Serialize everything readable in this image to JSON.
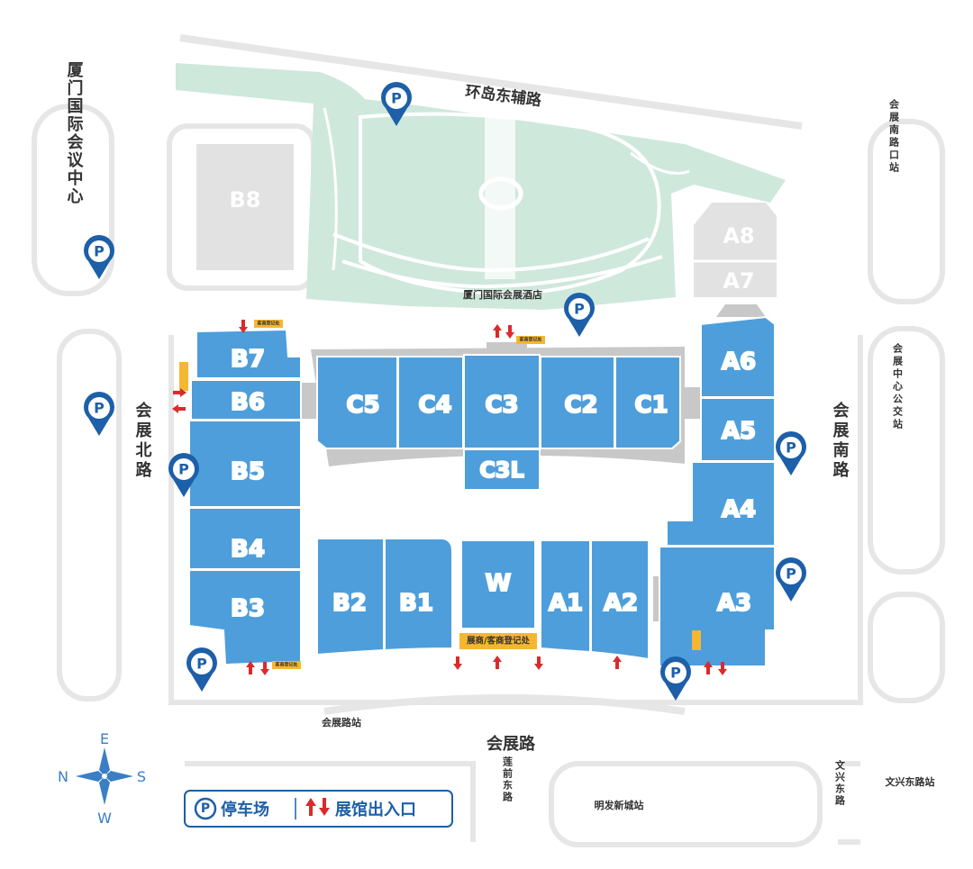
{
  "colors": {
    "hall": "#4d9edb",
    "hall_stroke": "#3a86c4",
    "grey_building": "#e2e2e2",
    "grey_dark": "#c8c8c8",
    "park": "#cfe8dc",
    "park_line": "#ffffff",
    "road_outline": "#e5e5e5",
    "parking": "#1d5fa8",
    "arrow": "#d92b2b",
    "registration": "#f5b731"
  },
  "halls": {
    "b7": "B7",
    "b6": "B6",
    "b5": "B5",
    "b4": "B4",
    "b3": "B3",
    "b2": "B2",
    "b1": "B1",
    "w": "W",
    "a1": "A1",
    "a2": "A2",
    "a3": "A3",
    "a4": "A4",
    "a5": "A5",
    "a6": "A6",
    "c5": "C5",
    "c4": "C4",
    "c3": "C3",
    "c2": "C2",
    "c1": "C1",
    "c3l": "C3L"
  },
  "grey_buildings": {
    "b8": "B8",
    "a8": "A8",
    "a7": "A7"
  },
  "roads": {
    "huandao_dongfu": "环岛东辅路",
    "huizhan_bei": "会展北路",
    "huizhan_nan": "会展南路",
    "huizhan": "会展路",
    "lianqian_dong": "莲前东路",
    "wenxing_dong": "文兴东路"
  },
  "places": {
    "xiamen_conference_center": "厦门国际会议中心",
    "hotel": "厦门国际会展酒店",
    "huizhan_nanlu_kou_station": "会展南路口站",
    "huizhan_zhongxin_bus_station": "会展中心公交站",
    "huizhan_lu_station": "会展路站",
    "mingfa_xincheng_station": "明发新城站",
    "wenxing_donglu_station": "文兴东路站"
  },
  "registration": {
    "main": "展商/客商登记处",
    "small": "客商登记处"
  },
  "compass": {
    "north": "N",
    "south": "S",
    "east": "E",
    "west": "W"
  },
  "legend": {
    "parking_icon": "P",
    "parking_label": "停车场",
    "entrance_label": "展馆出入口"
  }
}
